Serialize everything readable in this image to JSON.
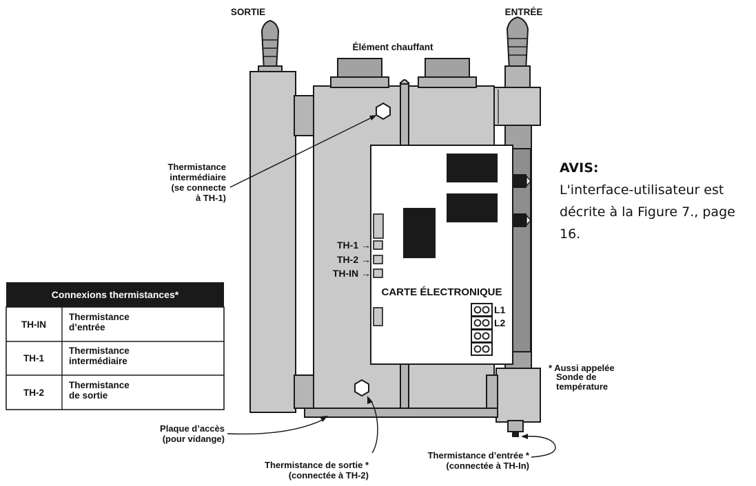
{
  "labels": {
    "outlet": "SORTIE",
    "inlet": "ENTRÉE",
    "heating_element": "Élément chauffant",
    "mid_thermistor": [
      "Thermistance",
      "intermédiaire",
      "(se connecte",
      "à TH-1)"
    ],
    "board": "CARTE ÉLECTRONIQUE",
    "pin_th1": "TH-1 →",
    "pin_th2": "TH-2 →",
    "pin_thin": "TH-IN →",
    "relay_l1": "L1",
    "relay_l2": "L2",
    "also_called": [
      "* Aussi appelée",
      "Sonde de",
      "température"
    ],
    "access_plate": [
      "Plaque d’accès",
      "(pour vidange)"
    ],
    "outlet_thermistor": [
      "Thermistance de sortie *",
      "(connectée à TH-2)"
    ],
    "inlet_thermistor": [
      "Thermistance d’entrée *",
      "(connectée à TH-In)"
    ]
  },
  "notice": {
    "title": "AVIS:",
    "lines": [
      "L'interface-utilisateur est",
      "décrite à la Figure 7., page",
      "16."
    ]
  },
  "table": {
    "header": "Connexions thermistances*",
    "rows": [
      {
        "key": "TH-IN",
        "value": [
          "Thermistance",
          "d’entrée"
        ]
      },
      {
        "key": "TH-1",
        "value": [
          "Thermistance",
          "intermédiaire"
        ]
      },
      {
        "key": "TH-2",
        "value": [
          "Thermistance",
          "de sortie"
        ]
      }
    ]
  }
}
